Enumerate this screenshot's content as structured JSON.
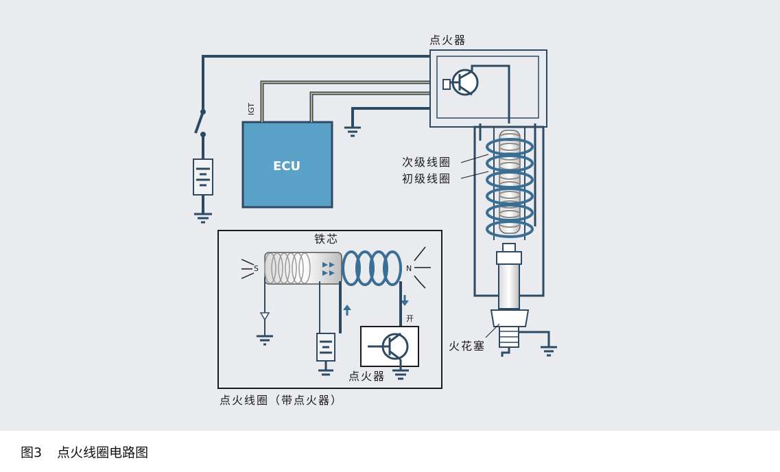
{
  "labels": {
    "igniter_top": "点火器",
    "secondary_coil": "次级线圈",
    "primary_coil": "初级线圈",
    "ecu": "ECU",
    "igt": "IGT",
    "iron_core": "铁芯",
    "spark_plug": "火花塞",
    "igniter_bottom": "点火器",
    "coil_with_igniter": "点火线圈（带点火器）",
    "pole_s": "S",
    "pole_n": "N",
    "switch_open": "开"
  },
  "caption": {
    "figure_no": "图3",
    "title": "点火线圈电路图"
  },
  "colors": {
    "background": "#e9ebee",
    "wire_dark": "#2c4a63",
    "wire_tan": "#c9a777",
    "ecu_fill": "#5aa2c8",
    "coil_blue": "#3a6f95"
  }
}
